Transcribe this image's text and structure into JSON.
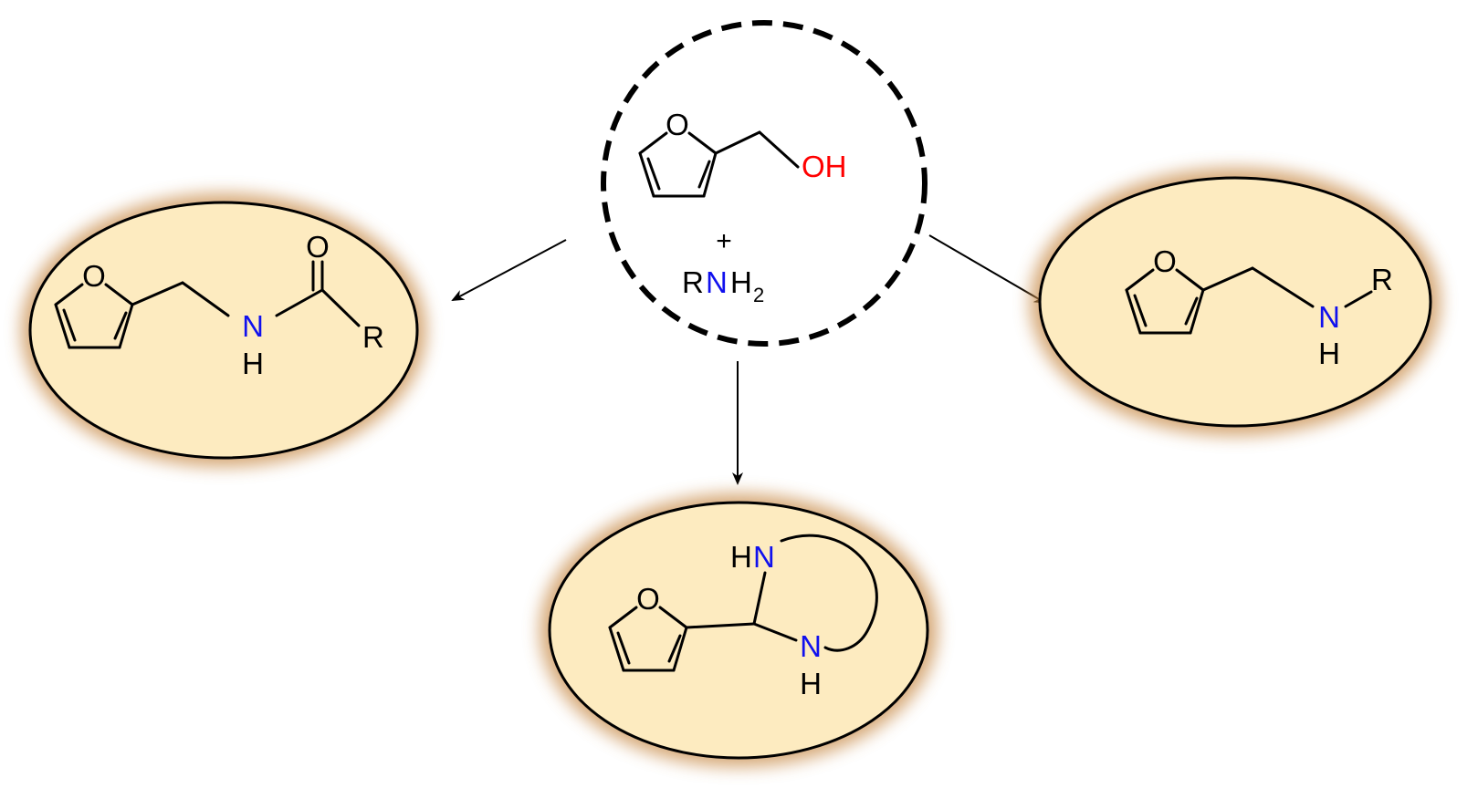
{
  "reactants": {
    "furfuryl_alcohol": {
      "ring_oxygen": "O",
      "hydroxyl": "OH"
    },
    "plus_sign": "+",
    "amine": {
      "r": "R",
      "n": "N",
      "h": "H",
      "subscript": "2"
    }
  },
  "products": {
    "amide": {
      "ring_oxygen": "O",
      "carbonyl_oxygen": "O",
      "n": "N",
      "h": "H",
      "r": "R"
    },
    "amine": {
      "ring_oxygen": "O",
      "n": "N",
      "h": "H",
      "r": "R"
    },
    "cyclic_aminal": {
      "ring_oxygen": "O",
      "h_top": "H",
      "n_top": "N",
      "n_bottom": "N",
      "h_bottom": "H"
    }
  },
  "colors": {
    "nitrogen": "#1010ee",
    "hydroxyl_oxygen": "#ff0000",
    "product_fill": "#fdebc0",
    "product_glow": "#c98d4c",
    "outline": "#000000"
  }
}
